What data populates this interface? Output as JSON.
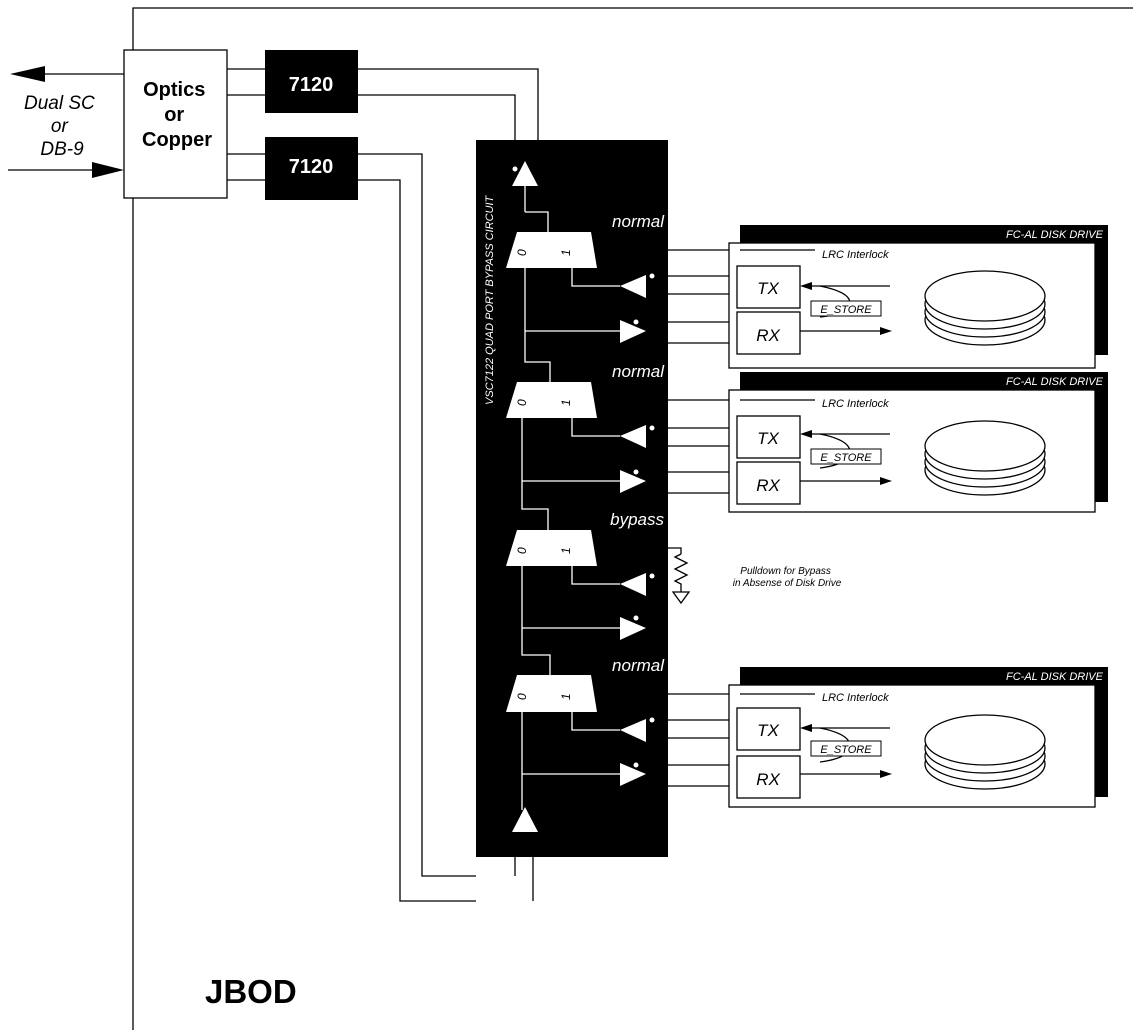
{
  "page": {
    "label": "JBOD"
  },
  "interface": {
    "connector_label_lines": [
      "Dual SC",
      "or",
      "DB-9"
    ],
    "optics_label_lines": [
      "Optics",
      "or",
      "Copper"
    ],
    "transceivers": [
      "7120",
      "7120"
    ]
  },
  "bypass_circuit": {
    "label": "VSC7122 QUAD PORT BYPASS CIRCUIT",
    "mux_zero": "0",
    "mux_one": "1",
    "ports": [
      {
        "state": "normal"
      },
      {
        "state": "normal"
      },
      {
        "state": "bypass"
      },
      {
        "state": "normal"
      }
    ]
  },
  "pulldown_note_lines": [
    "Pulldown for Bypass",
    "in Absense of Disk Drive"
  ],
  "drives": [
    {
      "title": "FC-AL DISK DRIVE",
      "interlock": "LRC Interlock",
      "tx": "TX",
      "rx": "RX",
      "estore": "E_STORE"
    },
    {
      "title": "FC-AL DISK DRIVE",
      "interlock": "LRC Interlock",
      "tx": "TX",
      "rx": "RX",
      "estore": "E_STORE"
    },
    {
      "title": "FC-AL DISK DRIVE",
      "interlock": "LRC Interlock",
      "tx": "TX",
      "rx": "RX",
      "estore": "E_STORE"
    }
  ]
}
